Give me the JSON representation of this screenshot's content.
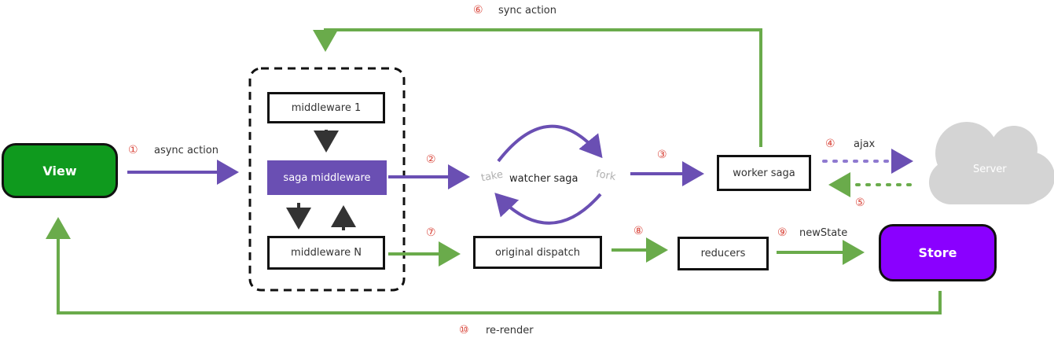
{
  "colors": {
    "purple_arrow": "#6a4fb3",
    "green_arrow": "#6aab4b",
    "view_fill": "#0f9a1e",
    "store_fill": "#8a00ff",
    "saga_fill": "#6a4fb3",
    "server_fill": "#d4d4d4",
    "step_number": "#d9453a"
  },
  "nodes": {
    "view": "View",
    "middleware_1": "middleware 1",
    "saga_middleware": "saga middleware",
    "middleware_n": "middleware N",
    "watcher_saga": "watcher saga",
    "take": "take",
    "fork": "fork",
    "worker_saga": "worker saga",
    "server": "Server",
    "original_dispatch": "original dispatch",
    "reducers": "reducers",
    "store": "Store"
  },
  "steps": [
    {
      "num": "①",
      "label": "async action"
    },
    {
      "num": "②",
      "label": ""
    },
    {
      "num": "③",
      "label": ""
    },
    {
      "num": "④",
      "label": "ajax"
    },
    {
      "num": "⑤",
      "label": ""
    },
    {
      "num": "⑥",
      "label": "sync action"
    },
    {
      "num": "⑦",
      "label": ""
    },
    {
      "num": "⑧",
      "label": ""
    },
    {
      "num": "⑨",
      "label": "newState"
    },
    {
      "num": "⑩",
      "label": "re-render"
    }
  ]
}
